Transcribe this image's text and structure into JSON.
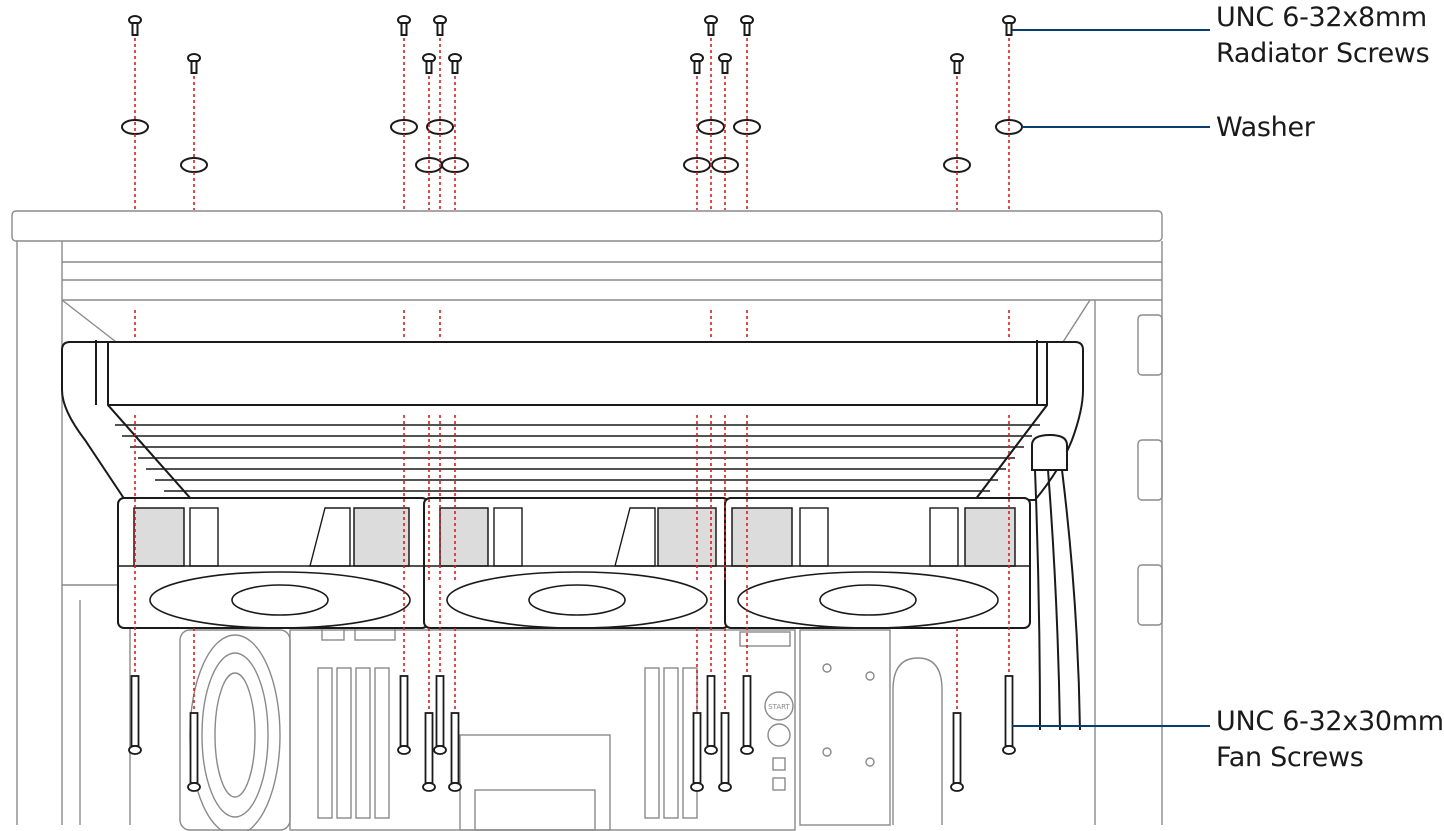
{
  "callouts": {
    "radiator_screws": {
      "line1": "UNC 6-32x8mm",
      "line2": "Radiator Screws"
    },
    "washer": {
      "label": "Washer"
    },
    "fan_screws": {
      "line1": "UNC 6-32x30mm",
      "line2": "Fan Screws"
    }
  },
  "panel_labels": {
    "start": "START"
  },
  "colors": {
    "guide_line": "#d42020",
    "callout_line": "#0b3d6e",
    "stroke": "#1a1a1a",
    "light_stroke": "#8a8a8a"
  }
}
